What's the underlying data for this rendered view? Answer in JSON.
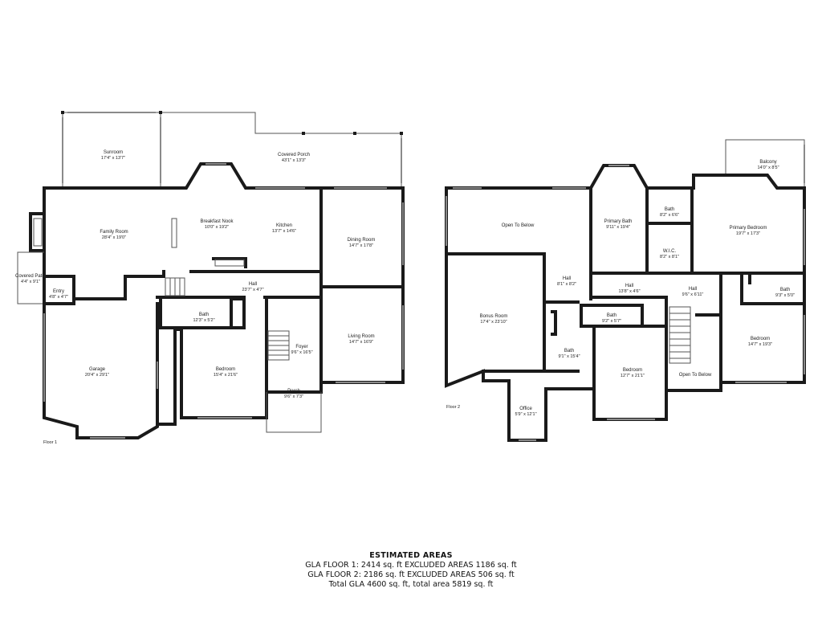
{
  "floors": [
    {
      "label": "Floor 1",
      "rooms": [
        {
          "id": "sunroom",
          "name": "Sunroom",
          "dims": "17'4\" x 13'7\""
        },
        {
          "id": "covered-porch",
          "name": "Covered Porch",
          "dims": "43'1\" x 13'3\""
        },
        {
          "id": "family-room",
          "name": "Family Room",
          "dims": "28'4\" x 19'0\""
        },
        {
          "id": "breakfast-nook",
          "name": "Breakfast Nook",
          "dims": "10'0\" x 19'2\""
        },
        {
          "id": "kitchen",
          "name": "Kitchen",
          "dims": "13'7\" x 14'6\""
        },
        {
          "id": "dining-room",
          "name": "Dining Room",
          "dims": "14'7\" x 17'8\""
        },
        {
          "id": "covered-patio",
          "name": "Covered Patio",
          "dims": "4'4\" x 9'1\""
        },
        {
          "id": "entry",
          "name": "Entry",
          "dims": "4'8\" x 4'7\""
        },
        {
          "id": "hall",
          "name": "Hall",
          "dims": "23'7\" x 4'7\""
        },
        {
          "id": "bath",
          "name": "Bath",
          "dims": "12'3\" x 5'2\""
        },
        {
          "id": "garage",
          "name": "Garage",
          "dims": "20'4\" x 29'1\""
        },
        {
          "id": "foyer",
          "name": "Foyer",
          "dims": "9'6\" x 16'5\""
        },
        {
          "id": "living-room",
          "name": "Living Room",
          "dims": "14'7\" x 16'9\""
        },
        {
          "id": "bedroom",
          "name": "Bedroom",
          "dims": "15'4\" x 21'6\""
        },
        {
          "id": "porch",
          "name": "Porch",
          "dims": "9'6\" x 7'3\""
        }
      ]
    },
    {
      "label": "Floor 2",
      "rooms": [
        {
          "id": "balcony",
          "name": "Balcony",
          "dims": "14'0\" x 8'5\""
        },
        {
          "id": "bath-upper",
          "name": "Bath",
          "dims": "8'2\" x 6'6\""
        },
        {
          "id": "open-to-below-a",
          "name": "Open To Below",
          "dims": ""
        },
        {
          "id": "primary-bath",
          "name": "Primary Bath",
          "dims": "9'11\" x 19'4\""
        },
        {
          "id": "primary-bedroom",
          "name": "Primary Bedroom",
          "dims": "19'7\" x 17'3\""
        },
        {
          "id": "wic",
          "name": "W.I.C.",
          "dims": "8'2\" x 8'1\""
        },
        {
          "id": "hall-a",
          "name": "Hall",
          "dims": "8'1\" x 8'2\""
        },
        {
          "id": "hall-b",
          "name": "Hall",
          "dims": "13'8\" x 4'6\""
        },
        {
          "id": "hall-c",
          "name": "Hall",
          "dims": "9'6\" x 6'11\""
        },
        {
          "id": "bath-right",
          "name": "Bath",
          "dims": "9'3\" x 5'0\""
        },
        {
          "id": "bonus-room",
          "name": "Bonus Room",
          "dims": "17'4\" x 23'10\""
        },
        {
          "id": "bath-small",
          "name": "Bath",
          "dims": "9'2\" x 5'7\""
        },
        {
          "id": "bath-left",
          "name": "Bath",
          "dims": "9'1\" x 15'4\""
        },
        {
          "id": "bedroom-mid",
          "name": "Bedroom",
          "dims": "12'7\" x 21'1\""
        },
        {
          "id": "bedroom-right",
          "name": "Bedroom",
          "dims": "14'7\" x 19'3\""
        },
        {
          "id": "open-to-below-b",
          "name": "Open To Below",
          "dims": ""
        },
        {
          "id": "office",
          "name": "Office",
          "dims": "5'9\" x 12'1\""
        }
      ]
    }
  ],
  "estimated_areas": {
    "title": "ESTIMATED AREAS",
    "line1": "GLA FLOOR 1: 2414 sq. ft EXCLUDED AREAS 1186 sq. ft",
    "line2": "GLA FLOOR 2: 2186 sq. ft EXCLUDED AREAS 506 sq. ft",
    "line3": "Total GLA 4600 sq. ft, total area 5819 sq. ft"
  }
}
